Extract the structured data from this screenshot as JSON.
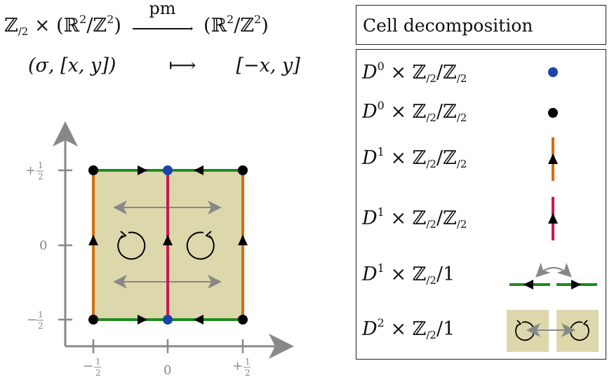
{
  "formula": {
    "z2": "ℤ",
    "z2_sub": "/2",
    "times": "×",
    "domain_open": "(ℝ",
    "domain_sup": "2",
    "domain_mid": "/ℤ",
    "domain_sup2": "2",
    "domain_close": ")",
    "arrow_label": "pm",
    "codomain_open": "(ℝ",
    "codomain_sup": "2",
    "codomain_mid": "/ℤ",
    "codomain_sup2": "2",
    "codomain_close": ")",
    "element": "(σ, [x, y])",
    "mapsto": "⟼",
    "image": "[−x, y]"
  },
  "axes": {
    "x_ticks": [
      "−",
      "0",
      "+"
    ],
    "y_ticks": [
      "+",
      "0",
      "−"
    ],
    "half_num": "1",
    "half_den": "2"
  },
  "colors": {
    "fill": "#ddd8ac",
    "green": "#1e8c1e",
    "orange": "#cf6f10",
    "crimson": "#cc1650",
    "blue": "#1a44a8",
    "black": "#000000",
    "gray": "#888888"
  },
  "legend": {
    "title": "Cell decomposition",
    "rows": [
      {
        "D": "D",
        "dim": "0",
        "times": "×",
        "Z": "ℤ",
        "sub": "/2",
        "slash": "/",
        "Z2": "ℤ",
        "sub2": "/2",
        "marker": "blue-dot"
      },
      {
        "D": "D",
        "dim": "0",
        "times": "×",
        "Z": "ℤ",
        "sub": "/2",
        "slash": "/",
        "Z2": "ℤ",
        "sub2": "/2",
        "marker": "black-dot"
      },
      {
        "D": "D",
        "dim": "1",
        "times": "×",
        "Z": "ℤ",
        "sub": "/2",
        "slash": "/",
        "Z2": "ℤ",
        "sub2": "/2",
        "marker": "orange-edge"
      },
      {
        "D": "D",
        "dim": "1",
        "times": "×",
        "Z": "ℤ",
        "sub": "/2",
        "slash": "/",
        "Z2": "ℤ",
        "sub2": "/2",
        "marker": "crimson-edge"
      },
      {
        "D": "D",
        "dim": "1",
        "times": "×",
        "Z": "ℤ",
        "sub": "/2",
        "slash": "/",
        "Z2": "1",
        "sub2": "",
        "marker": "green-edges"
      },
      {
        "D": "D",
        "dim": "2",
        "times": "×",
        "Z": "ℤ",
        "sub": "/2",
        "slash": "/",
        "Z2": "1",
        "sub2": "",
        "marker": "faces"
      }
    ]
  }
}
